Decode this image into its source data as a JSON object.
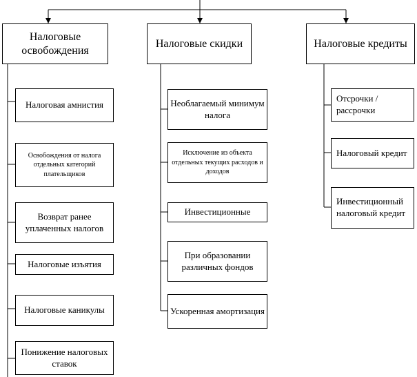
{
  "columns": [
    {
      "heading": "Налоговые освобождения",
      "items": [
        "Налоговая амнистия",
        "Освобождения от налога отдельных категорий плательщиков",
        "Возврат ранее уплаченных налогов",
        "Налоговые изъятия",
        "Налоговые каникулы",
        "Понижение налоговых ставок"
      ]
    },
    {
      "heading": "Налоговые скидки",
      "items": [
        "Необлагаемый минимум налога",
        "Исключение из объекта отдельных текущих расходов и доходов",
        "Инвестиционные",
        "При образовании различных фондов",
        "Ускоренная амортизация"
      ]
    },
    {
      "heading": "Налоговые кредиты",
      "items": [
        "Отсрочки / рассрочки",
        "Налоговый кредит",
        "Инвестиционный налоговый кредит"
      ]
    }
  ]
}
